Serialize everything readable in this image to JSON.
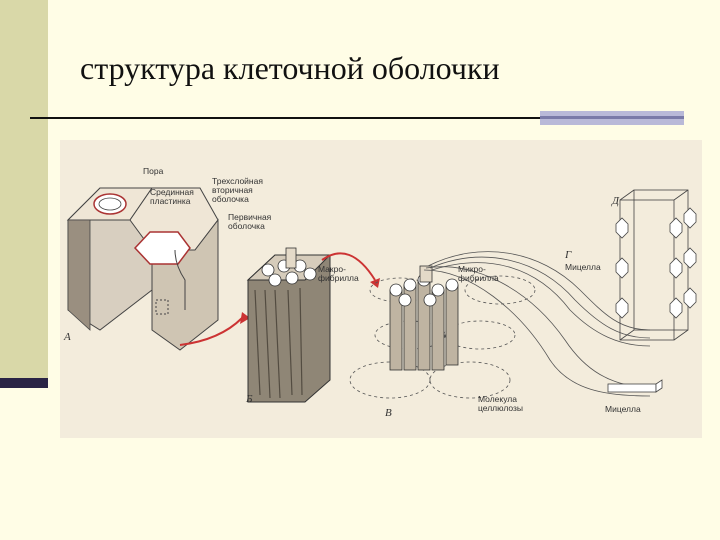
{
  "slide": {
    "title": "структура клеточной оболочки"
  },
  "figure": {
    "labels": {
      "pora": "Пора",
      "srednyaya_plastinka_1": "Срединная",
      "srednyaya_plastinka_2": "пластинка",
      "trehsloynaya_1": "Трехслойная",
      "trehsloynaya_2": "вторичная",
      "trehsloynaya_3": "оболочка",
      "pervichnaya_1": "Первичная",
      "pervichnaya_2": "оболочка",
      "makrofibrilla_1a": "Макро-",
      "makrofibrilla_1b": "фибрилла",
      "makrofibrilla_2a": "Микро-",
      "makrofibrilla_2b": "фибрилла",
      "mitsella_top": "Мицелла",
      "mitsella_bottom": "Мицелла",
      "molekula_1": "Молекула",
      "molekula_2": "целлюлозы",
      "panel_a": "А",
      "panel_b": "Б",
      "panel_v": "В",
      "panel_g": "Г",
      "panel_d": "Д"
    }
  }
}
